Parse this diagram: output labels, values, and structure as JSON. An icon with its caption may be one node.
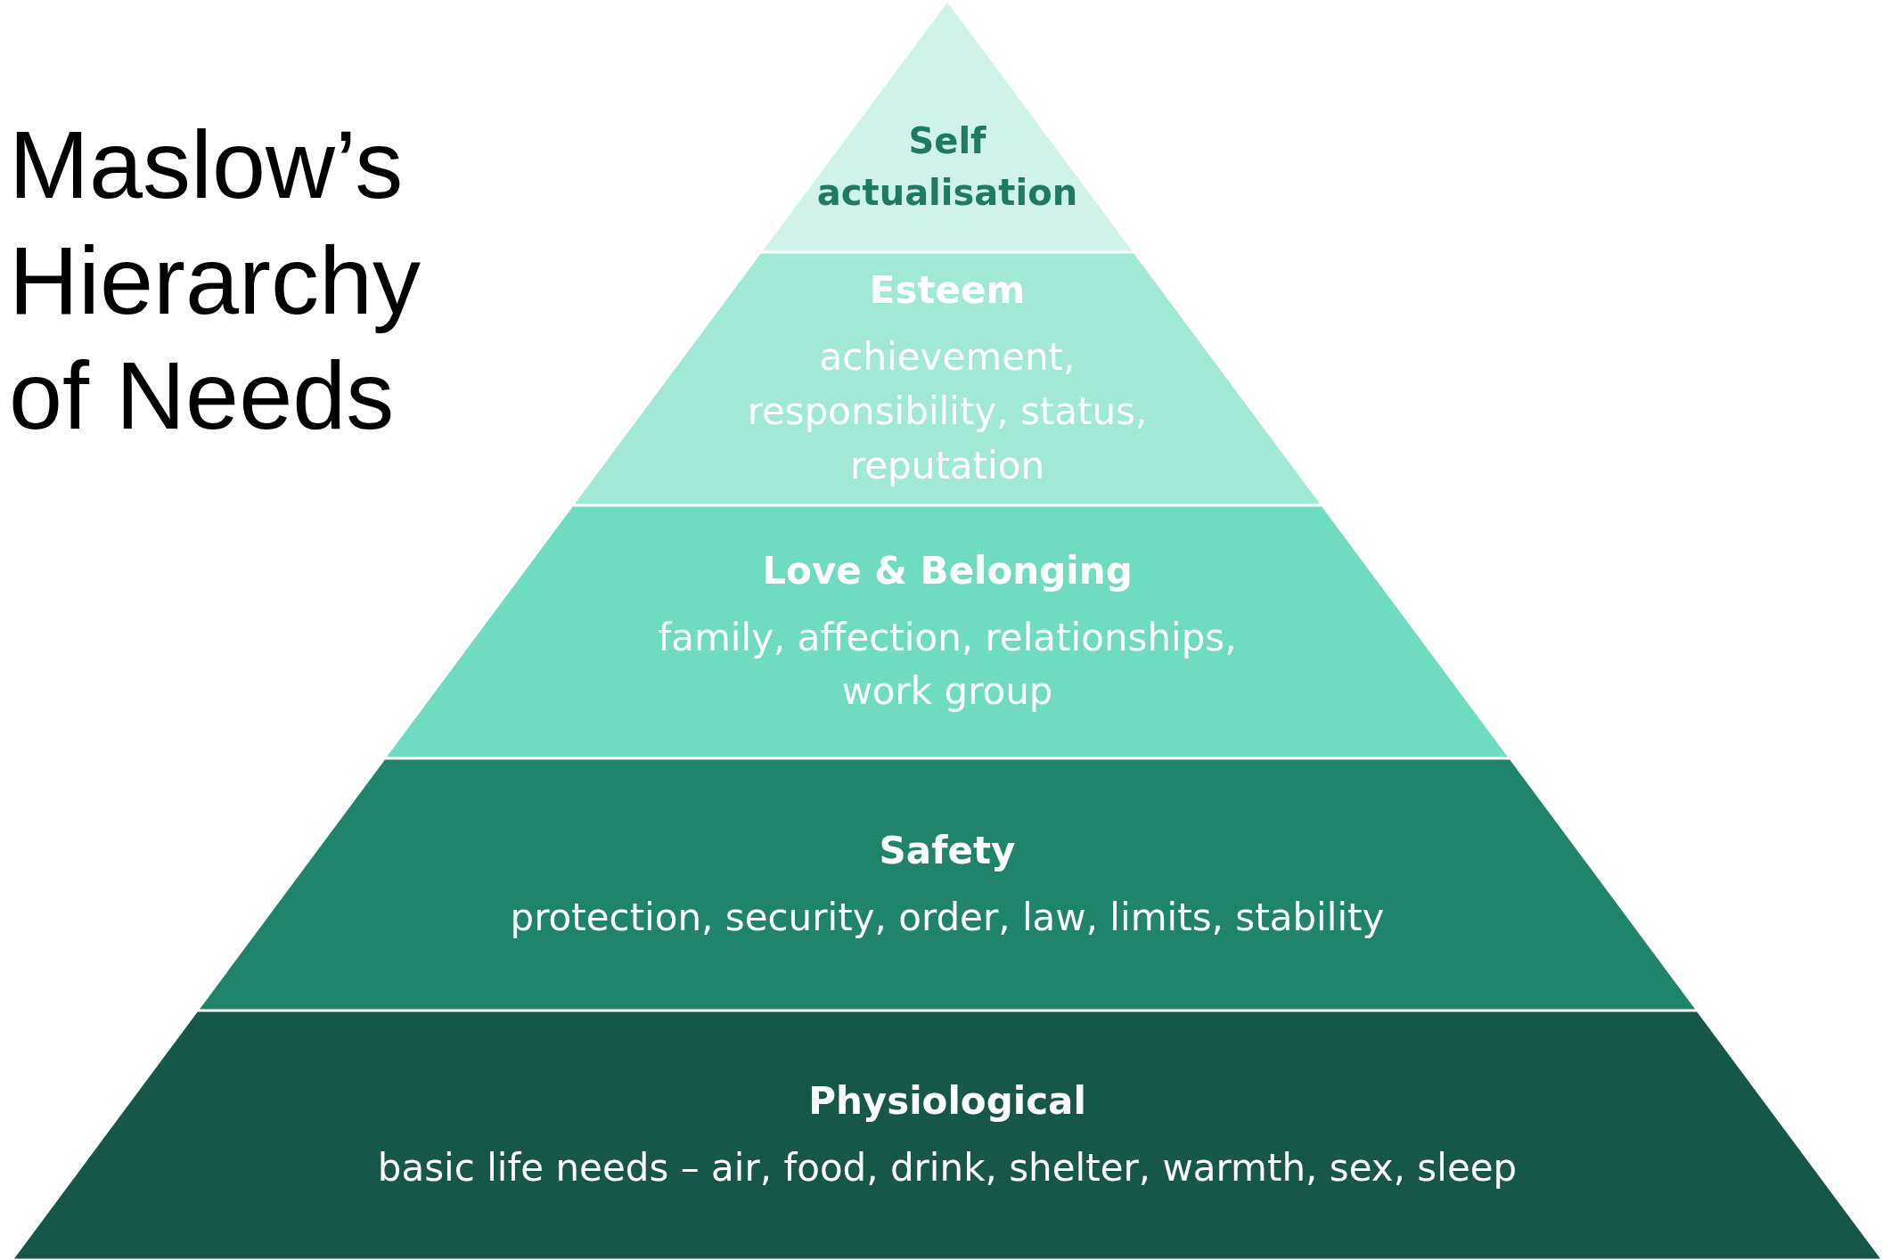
{
  "diagram": {
    "title": "Maslow’s Hierarchy of Needs",
    "nodes": [
      {
        "text": [
          "Self actualisation"
        ]
      },
      {
        "text": [
          "Esteem",
          "achievement, responsibility, status, reputation"
        ]
      },
      {
        "text": [
          "Love & Belonging",
          "family, affection, relationships, work group"
        ]
      },
      {
        "text": [
          "Safety",
          "protection, security, order, law, limits, stability"
        ]
      },
      {
        "text": [
          "Physiological",
          "basic life needs – air, food, drink, shelter, warmth, sex, sleep"
        ]
      }
    ]
  }
}
